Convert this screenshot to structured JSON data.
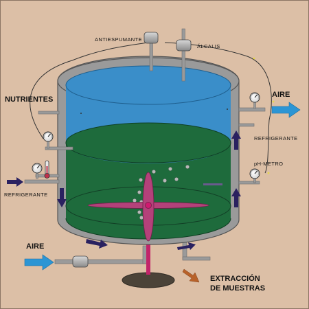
{
  "labels": {
    "antiespumante": "ANTIESPUMANTE",
    "alcalis": "ÁLCALIS",
    "nutrientes": "NUTRIENTES",
    "aire_out": "AIRE",
    "refrigerante_right": "REFRIGERANTE",
    "ph_metro": "pH-METRO",
    "refrigerante_left": "REFRIGERANTE",
    "aire_in": "AIRE",
    "extraccion_line1": "EXTRACCIÓN",
    "extraccion_line2": "DE MUESTRAS"
  },
  "colors": {
    "background": "#dcbfa6",
    "steel": "#9a9a9a",
    "steel_dark": "#555555",
    "headspace": "#3a8ec9",
    "culture": "#1e6b3c",
    "impeller": "#b4417a",
    "arrow_blue": "#2c95d4",
    "arrow_navy": "#2a2160",
    "arrow_brown": "#b8622a",
    "wire": "#333333"
  },
  "icons": {
    "gauge": "pressure-gauge-icon",
    "thermometer": "thermometer-icon",
    "valve": "valve-icon",
    "flow_arrow": "flow-arrow-icon"
  }
}
